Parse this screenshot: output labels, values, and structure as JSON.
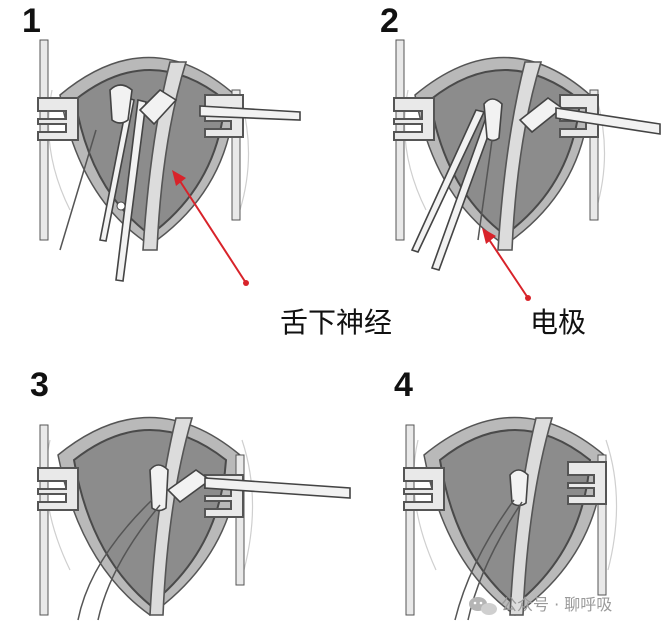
{
  "panels": [
    {
      "number": "1"
    },
    {
      "number": "2"
    },
    {
      "number": "3"
    },
    {
      "number": "4"
    }
  ],
  "labels": {
    "hypoglossal_nerve": "舌下神经",
    "electrode": "电极"
  },
  "watermark": {
    "icon": "wechat-icon",
    "text": "公众号 · 聊呼吸"
  },
  "colors": {
    "arrow": "#d8232a",
    "wound": "#8c8c8c",
    "retractor": "#e9e9e9"
  }
}
